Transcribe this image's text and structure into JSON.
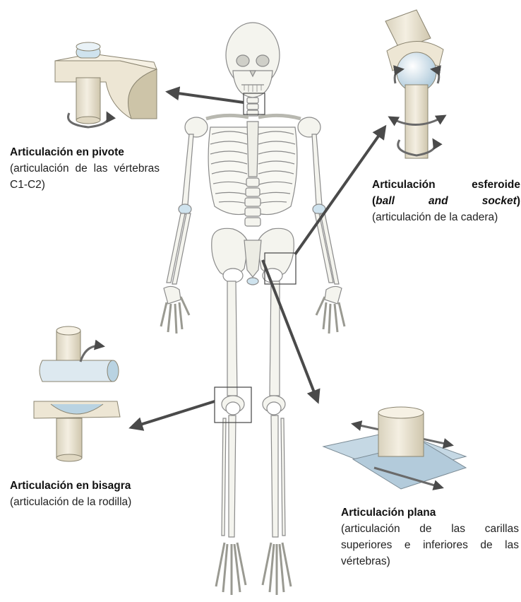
{
  "joints": {
    "pivot": {
      "title": "Articulación en pivote",
      "description": "(articulación de las vértebras C1-C2)"
    },
    "ball": {
      "title_main": "Articulación esferoide",
      "title_paren_open": "(",
      "title_italic": "ball and socket",
      "title_paren_close": ")",
      "description": "(articulación de la cadera)"
    },
    "hinge": {
      "title": "Articulación en bisagra",
      "description": "(articulación de la rodilla)"
    },
    "plane": {
      "title": "Articulación plana",
      "description": "(articulación de las carillas superiores e inferiores de las vértebras)"
    }
  },
  "colors": {
    "bone": "#f4f4ee",
    "bone_outline": "#8a8a8a",
    "cartilage": "#cfe3ee",
    "model_beige": "#ede6d4",
    "model_blue": "#b9d3e2",
    "arrow": "#4a4a4a"
  }
}
